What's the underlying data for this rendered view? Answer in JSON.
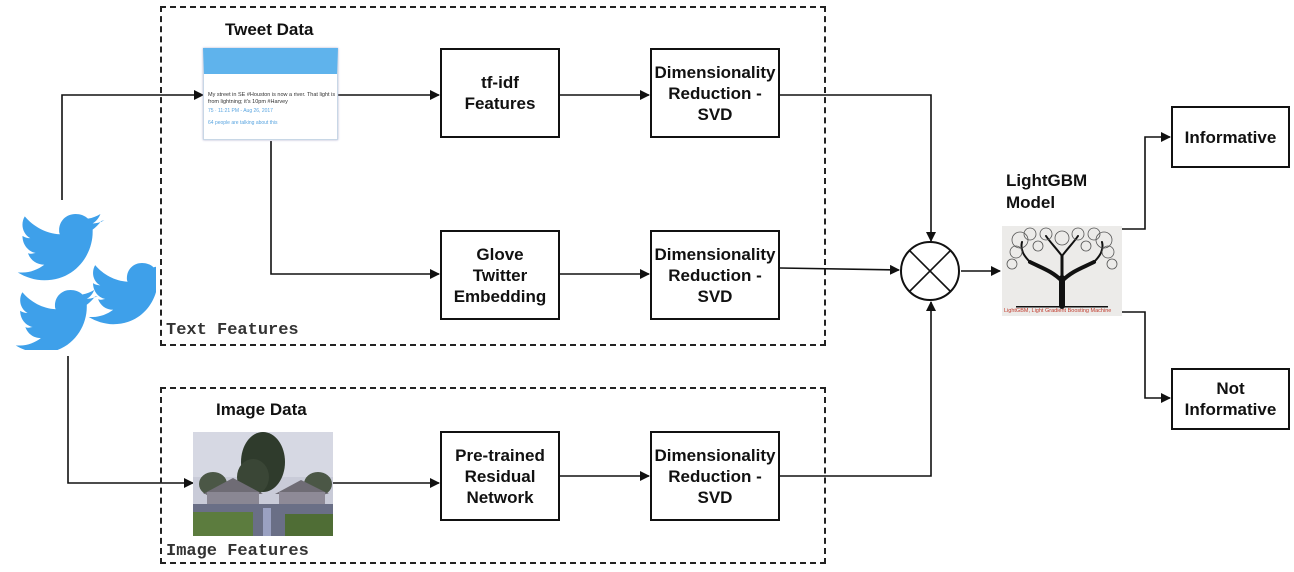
{
  "tweet_data": {
    "title": "Tweet Data",
    "tweet_text": "My street in SE #Houston is now a river. That light is from lightning; it's 10pm #Harvey",
    "tweet_meta": "75 · 11:21 PM - Aug 26, 2017",
    "tweet_talk": "64 people are talking about this"
  },
  "image_data": {
    "title": "Image Data"
  },
  "nodes": {
    "tfidf": [
      "tf-idf",
      "Features"
    ],
    "svd1": [
      "Dimensionality",
      "Reduction -",
      "SVD"
    ],
    "glove": [
      "Glove",
      "Twitter",
      "Embedding"
    ],
    "svd2": [
      "Dimensionality",
      "Reduction -",
      "SVD"
    ],
    "resnet": [
      "Pre-trained",
      "Residual",
      "Network"
    ],
    "svd3": [
      "Dimensionality",
      "Reduction -",
      "SVD"
    ],
    "informative": [
      "Informative"
    ],
    "not_informative": [
      "Not",
      "Informative"
    ]
  },
  "groups": {
    "text": "Text Features",
    "image": "Image Features"
  },
  "model": {
    "title": [
      "LightGBM",
      "Model"
    ],
    "caption": "LightGBM, Light Gradient Boosting Machine"
  },
  "colors": {
    "twitter_blue": "#3ea0ea",
    "caption_red": "#c0392b"
  }
}
